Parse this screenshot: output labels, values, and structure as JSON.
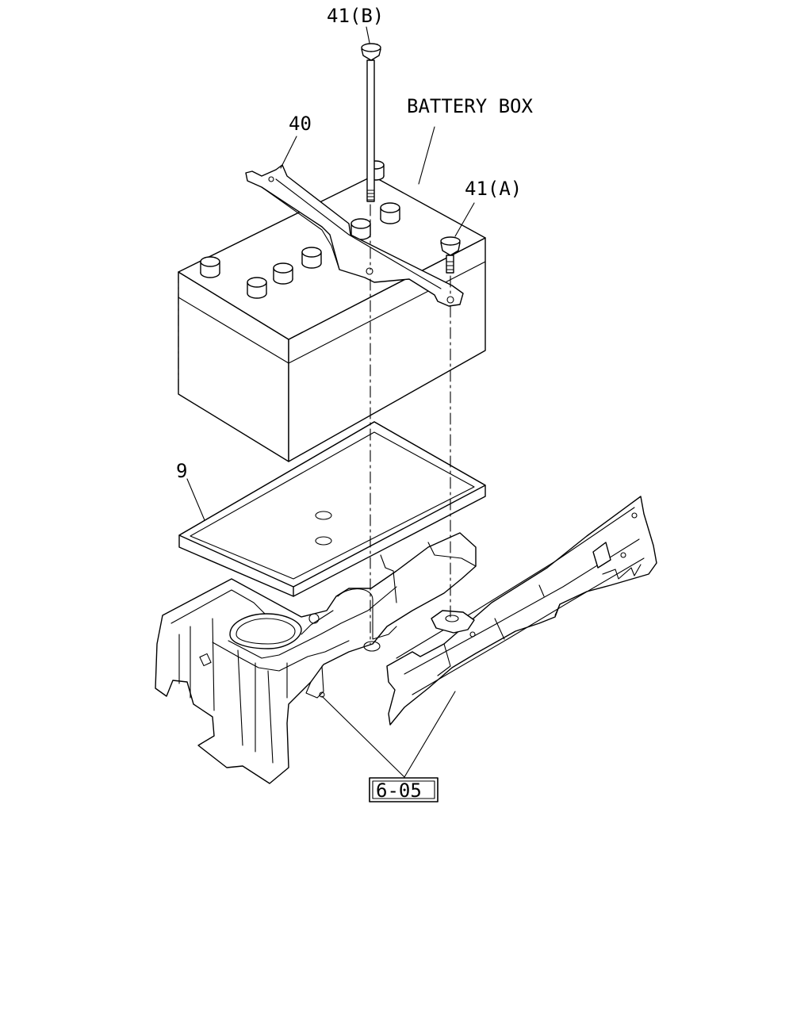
{
  "labels": {
    "bolt_b": "41(B)",
    "battery_box": "BATTERY BOX",
    "bracket": "40",
    "bolt_a": "41(A)",
    "tray": "9",
    "ref": "6-05"
  }
}
